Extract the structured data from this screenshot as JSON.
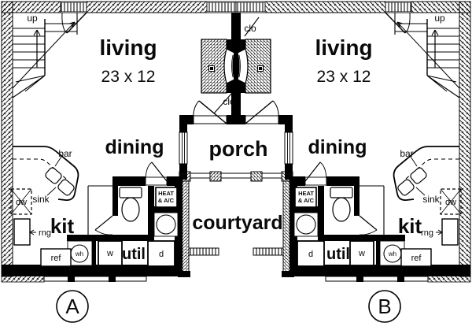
{
  "rooms": {
    "living_a": {
      "label": "living",
      "dims": "23 x 12"
    },
    "living_b": {
      "label": "living",
      "dims": "23 x 12"
    },
    "dining_a": {
      "label": "dining"
    },
    "dining_b": {
      "label": "dining"
    },
    "porch": {
      "label": "porch"
    },
    "courtyard": {
      "label": "courtyard"
    },
    "kitchen_a": {
      "label": "kit"
    },
    "kitchen_b": {
      "label": "kit"
    },
    "utility_a": {
      "label": "util"
    },
    "utility_b": {
      "label": "util"
    }
  },
  "annotations": {
    "up_a": "up",
    "up_b": "up",
    "closet_top": "clo",
    "closet_bottom": "clo",
    "bar_a": "bar",
    "bar_b": "bar",
    "sink_a": "sink",
    "sink_b": "sink",
    "dishwasher_a": "dw",
    "dishwasher_b": "dw",
    "range_a": "rng",
    "range_b": "rng",
    "refrigerator_a": "ref",
    "refrigerator_b": "ref",
    "water_heater_a": "wh",
    "water_heater_b": "wh",
    "washer_a": "w",
    "washer_b": "w",
    "dryer_a": "d",
    "dryer_b": "d",
    "heat_a_line1": "HEAT",
    "heat_a_line2": "& A/C",
    "heat_b_line1": "HEAT",
    "heat_b_line2": "& A/C"
  },
  "units": {
    "a": "A",
    "b": "B"
  },
  "colors": {
    "wall": "#000000",
    "background": "#ffffff",
    "line": "#0a0a0a"
  }
}
